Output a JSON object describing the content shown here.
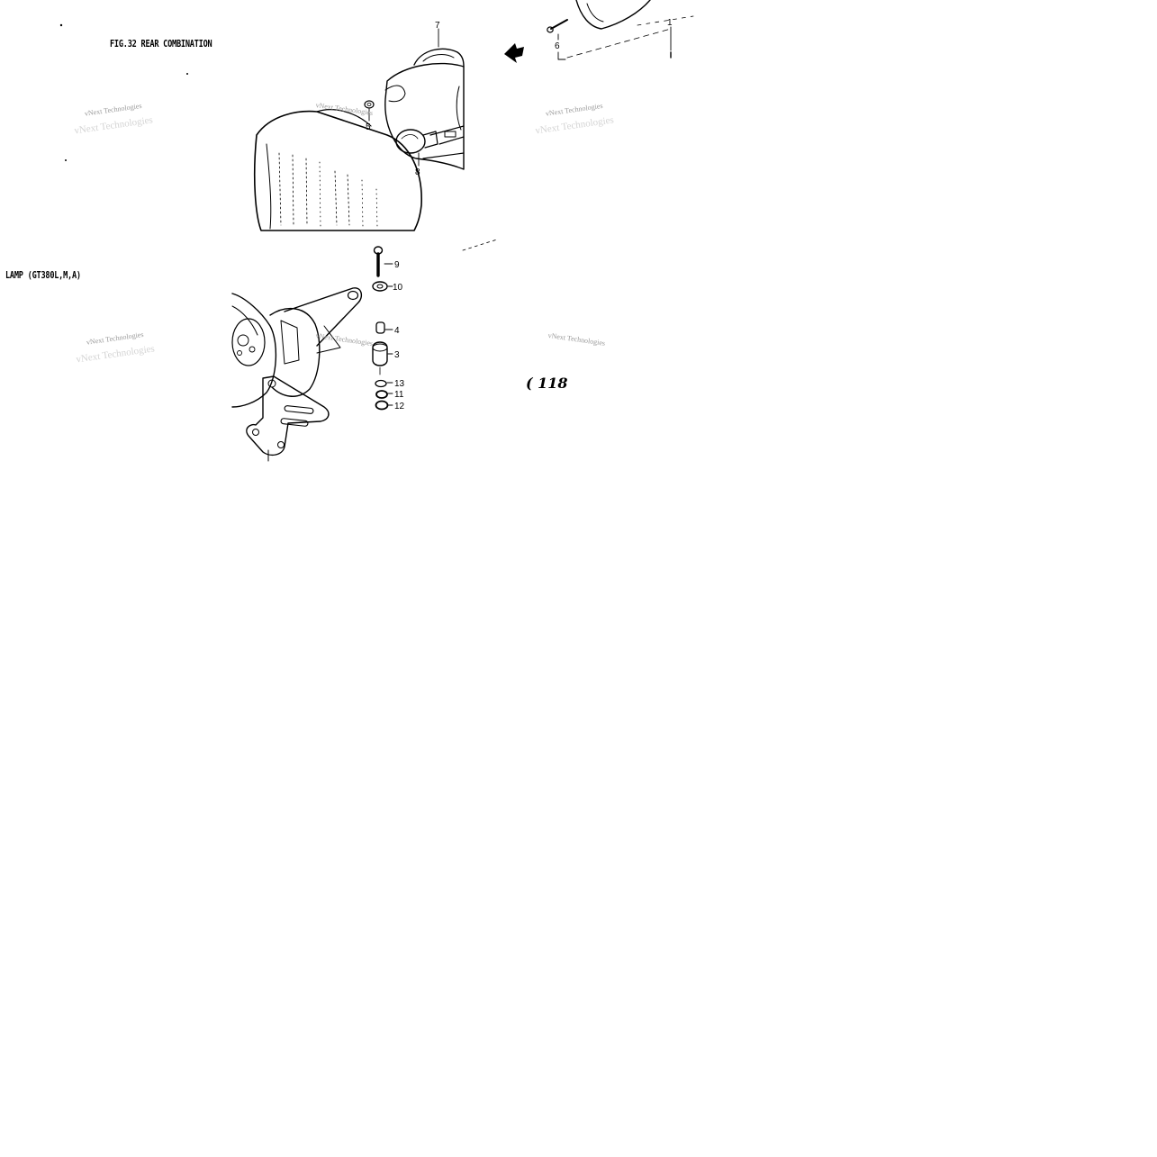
{
  "figure": {
    "title": "FIG.32  REAR COMBINATION",
    "subtitle": "LAMP (GT380L,M,A)",
    "page_number": "118"
  },
  "watermark": {
    "text": "vNext Technologies"
  },
  "callouts": {
    "p1": "1",
    "p3": "3",
    "p4": "4",
    "p5": "5",
    "p6": "6",
    "p7": "7",
    "p8": "8",
    "p9": "9",
    "p10": "10",
    "p11": "11",
    "p12": "12",
    "p13": "13"
  },
  "colors": {
    "ink": "#000000",
    "watermark": "#9a9a9a",
    "background": "#ffffff"
  }
}
